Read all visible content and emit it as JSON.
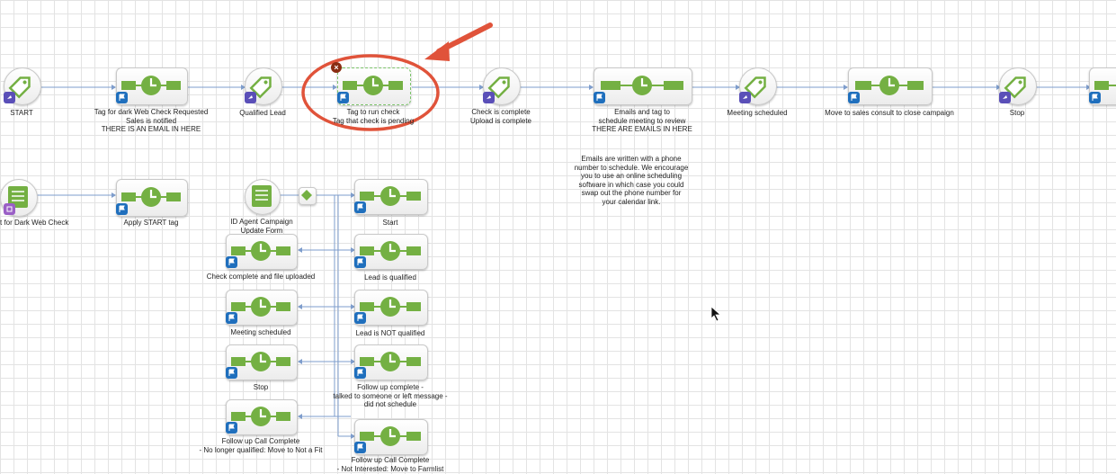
{
  "top_row": {
    "start_label": "START",
    "seq1_label": "Tag for dark Web Check Requested\nSales is notified\nTHERE IS AN EMAIL IN HERE",
    "qualified_label": "Qualified Lead",
    "seq2_label": "Tag to run check\nTag that check is pending",
    "check_complete_label": "Check is complete\nUpload is complete",
    "seq3_label": "Emails and tag to\nschedule meeting to review\nTHERE ARE EMAILS IN HERE",
    "meeting_label": "Meeting scheduled",
    "seq4_label": "Move to sales consult to close campaign",
    "stop_label": "Stop"
  },
  "note": {
    "text": "Emails are written with a phone\nnumber to schedule. We encourage\nyou to use an online scheduling\nsoftware in which case you could\nswap out the phone number for\nyour calendar link."
  },
  "mid_row": {
    "form_label": "t for Dark Web Check",
    "apply_label": "Apply START tag",
    "update_form_label": "ID Agent Campaign\nUpdate Form"
  },
  "left_column": {
    "check_complete_label": "Check complete and file uploaded",
    "meeting_label": "Meeting scheduled",
    "stop_label": "Stop",
    "no_fit_label": "Follow up Call Complete\n- No longer qualified: Move to Not a Fit"
  },
  "right_column": {
    "start_label": "Start",
    "qualified_label": "Lead is qualified",
    "not_qualified_label": "Lead is NOT qualified",
    "followup_label": "Follow up complete -\ntalked to someone or left message -\ndid not schedule",
    "farmlist_label": "Follow up Call Complete\n- Not Interested: Move to Farmlist"
  },
  "colors": {
    "connector": "#7e9dcc",
    "highlight_circle": "#e0533a",
    "arrow": "#e0533a",
    "sequence_green": "#74b043"
  },
  "icons": {
    "tag": "tag-icon",
    "sequence": "sequence-clock-icon",
    "form": "form-icon",
    "decision": "decision-diamond-icon",
    "flag": "flag-icon",
    "delete": "delete-icon",
    "cursor": "mouse-cursor-icon"
  }
}
